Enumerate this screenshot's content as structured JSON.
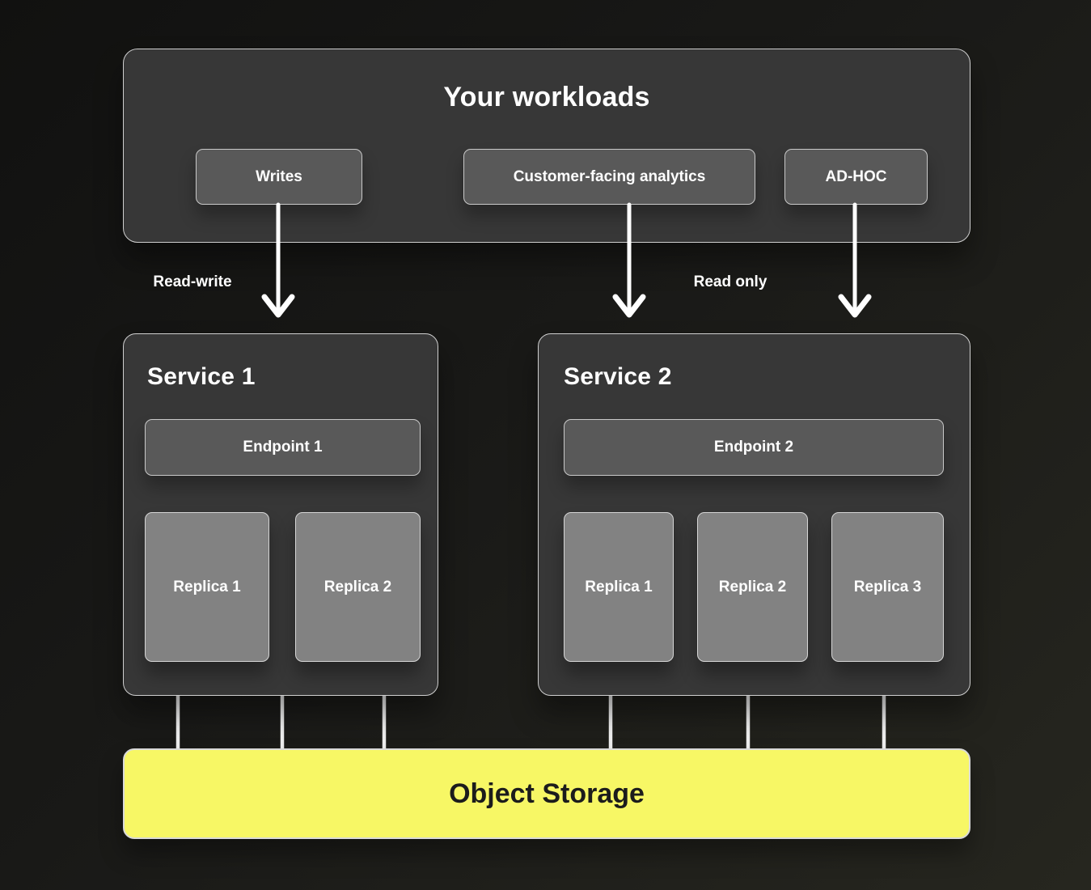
{
  "workloads_panel": {
    "title": "Your workloads",
    "buttons": [
      {
        "label": "Writes"
      },
      {
        "label": "Customer-facing analytics"
      },
      {
        "label": "AD-HOC"
      }
    ]
  },
  "flow_labels": {
    "read_write": "Read-write",
    "read_only": "Read only"
  },
  "services": [
    {
      "title": "Service 1",
      "endpoint": "Endpoint 1",
      "replicas": [
        "Replica 1",
        "Replica 2"
      ]
    },
    {
      "title": "Service 2",
      "endpoint": "Endpoint 2",
      "replicas": [
        "Replica 1",
        "Replica 2",
        "Replica 3"
      ]
    }
  ],
  "storage": {
    "label": "Object Storage"
  },
  "colors": {
    "background_dark": "#1a1a18",
    "panel_fill": "#373737",
    "pill_fill": "#595959",
    "replica_fill": "#828282",
    "border_light": "#cfcfcf",
    "storage_yellow": "#f7f765",
    "storage_text": "#1c1c1c",
    "arrow_white": "#ffffff"
  }
}
